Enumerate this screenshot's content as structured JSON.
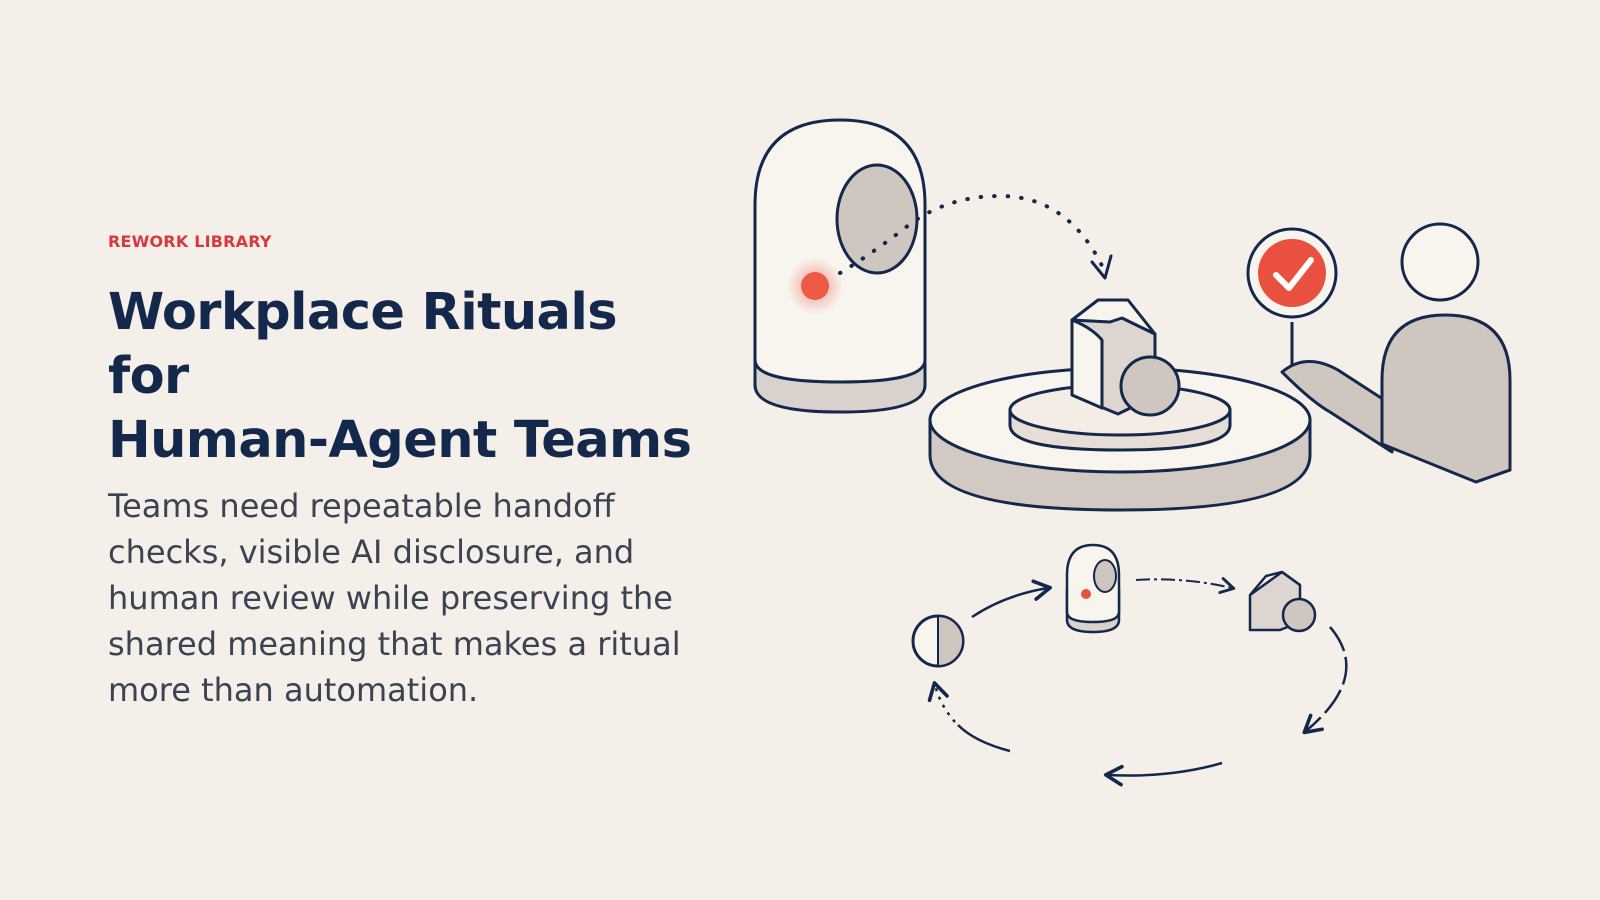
{
  "hero": {
    "eyebrow": "REWORK LIBRARY",
    "title": "Workplace Rituals for\nHuman-Agent Teams",
    "description": "Teams need repeatable handoff checks, visible AI disclosure, and human review while preserving the shared meaning that makes a ritual more than automation."
  },
  "illustration": {
    "icons": [
      "agent-device-icon",
      "handoff-object-icon",
      "approval-checkmark-icon",
      "human-reviewer-icon",
      "ritual-cycle-icon"
    ],
    "colors": {
      "background": "#f4f0e9",
      "ink": "#14284b",
      "accent": "#e9503f",
      "fill_light": "#f8f4ee",
      "fill_shadow": "#cfc6c0"
    }
  }
}
